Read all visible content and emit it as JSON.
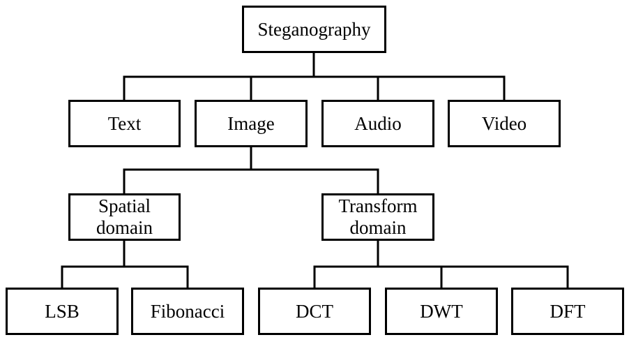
{
  "diagram": {
    "root": "Steganography",
    "media": [
      "Text",
      "Image",
      "Audio",
      "Video"
    ],
    "domains": {
      "spatial": [
        "Spatial",
        "domain"
      ],
      "transform": [
        "Transform",
        "domain"
      ]
    },
    "techniques": {
      "spatial": [
        "LSB",
        "Fibonacci"
      ],
      "transform": [
        "DCT",
        "DWT",
        "DFT"
      ]
    }
  },
  "colors": {
    "stroke": "#000000",
    "background": "#ffffff",
    "text": "#000000"
  }
}
